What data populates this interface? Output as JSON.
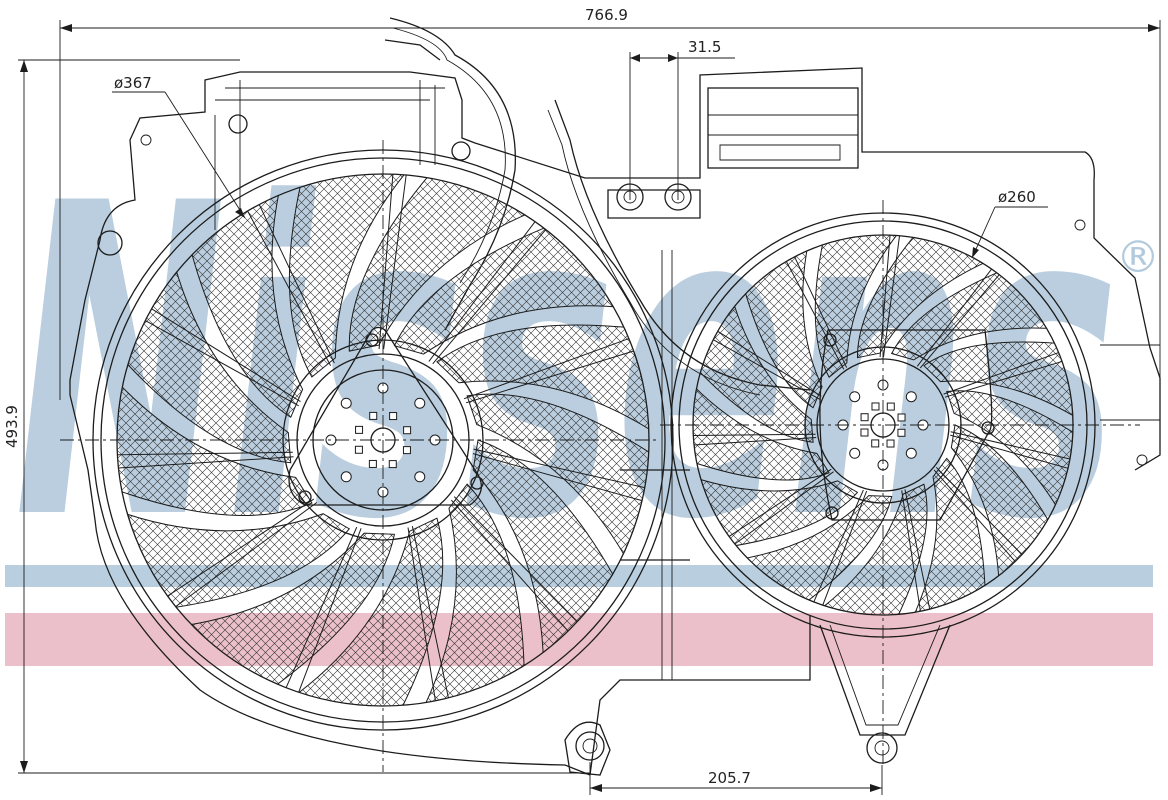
{
  "watermark": {
    "brand_text": "Nissens",
    "registered_symbol": "®",
    "colors": {
      "brand_blue": "#b3c9dc",
      "band_blue": "#b9cfe0",
      "band_pink": "#ecc0ca"
    }
  },
  "dimensions": {
    "overall_width": "766.9",
    "overall_height": "493.9",
    "mount_spacing_top": "31.5",
    "mount_spacing_bottom": "205.7",
    "large_fan_diameter": "ø367",
    "small_fan_diameter": "ø260"
  }
}
